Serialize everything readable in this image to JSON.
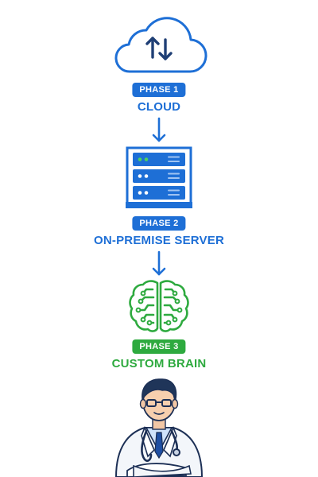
{
  "colors": {
    "blue": "#1e6fd6",
    "blue_dark": "#154fa8",
    "green": "#2eaa3f"
  },
  "phases": [
    {
      "badge": "PHASE 1",
      "title": "CLOUD",
      "icon": "cloud-sync-icon",
      "color": "#1e6fd6"
    },
    {
      "badge": "PHASE 2",
      "title": "ON-PREMISE SERVER",
      "icon": "server-rack-icon",
      "color": "#1e6fd6"
    },
    {
      "badge": "PHASE 3",
      "title": "CUSTOM BRAIN",
      "icon": "circuit-brain-icon",
      "color": "#2eaa3f"
    }
  ],
  "end_figure": {
    "icon": "doctor-icon"
  }
}
